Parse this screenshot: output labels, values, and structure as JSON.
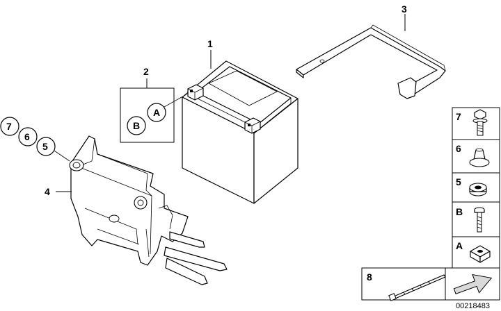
{
  "diagram": {
    "callouts": {
      "battery": "1",
      "terminal_kit": "2",
      "strap": "3",
      "holder": "4",
      "c5": "5",
      "c6": "6",
      "c7": "7",
      "kit_a": "A",
      "kit_b": "B"
    },
    "legend": {
      "items": [
        {
          "label": "7",
          "icon": "hex-bolt-flange-icon"
        },
        {
          "label": "6",
          "icon": "clip-nut-icon"
        },
        {
          "label": "5",
          "icon": "rubber-grommet-icon"
        },
        {
          "label": "B",
          "icon": "screw-icon"
        },
        {
          "label": "A",
          "icon": "square-nut-icon"
        }
      ],
      "cable_tie_label": "8"
    },
    "drawing_code": "00218483"
  }
}
